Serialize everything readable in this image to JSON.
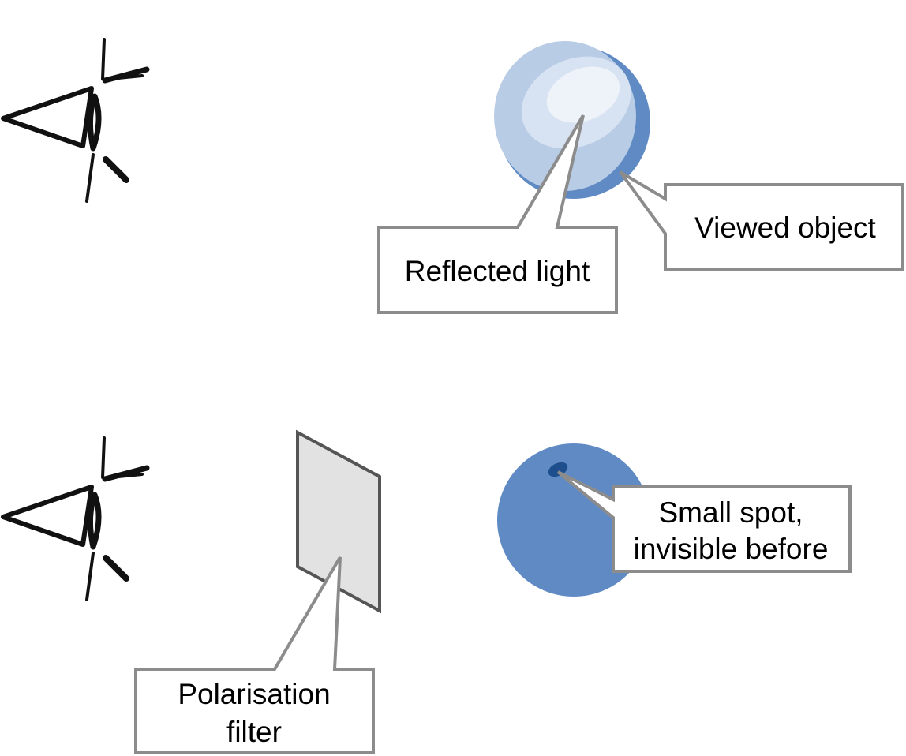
{
  "callouts": {
    "reflected_light": "Reflected light",
    "viewed_object": "Viewed object",
    "small_spot_line1": "Small spot,",
    "small_spot_line2": "invisible before",
    "polarisation_line1": "Polarisation",
    "polarisation_line2": "filter"
  },
  "icons": {
    "eye": "eye-icon",
    "sphere": "sphere-icon",
    "filter": "polarisation-filter-icon"
  },
  "colors": {
    "sphere_blue": "#5f8ac4",
    "sphere_light": "#b8cce6",
    "highlight_outer": "#d7e2f2",
    "highlight_inner": "#eef3fa",
    "spot": "#1f4e8c",
    "callout_border": "#8c8c8c",
    "filter_fill": "#e2e2e2",
    "filter_border": "#555555",
    "eye_stroke": "#111111"
  }
}
